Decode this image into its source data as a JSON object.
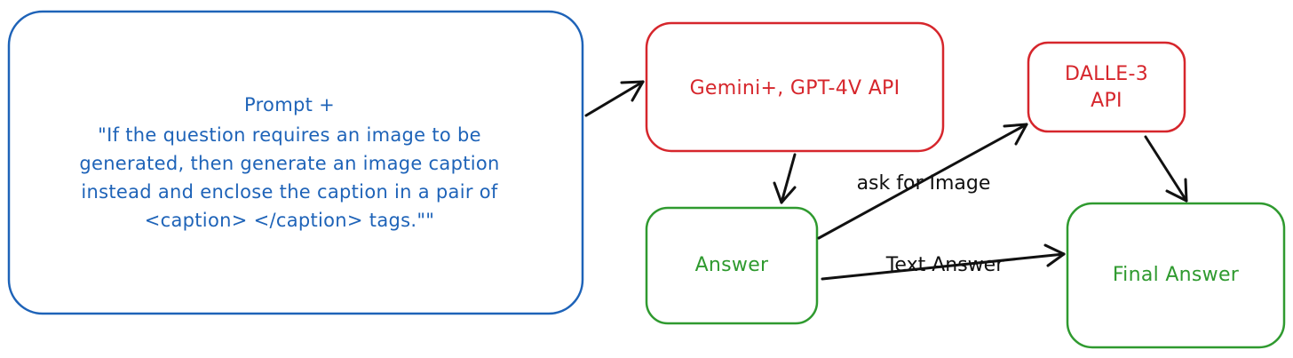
{
  "colors": {
    "prompt": "#1e63b8",
    "api": "#d6262c",
    "answer": "#2f9a2f",
    "arrow": "#111111"
  },
  "nodes": {
    "prompt": {
      "lines": [
        "Prompt +",
        "\"If the question requires an image to be",
        "generated, then generate an image caption",
        "instead and enclose the caption in a pair of",
        "<caption> </caption> tags.\"\""
      ]
    },
    "gemini": {
      "lines": [
        "Gemini+, GPT-4V API"
      ]
    },
    "dalle": {
      "lines": [
        "DALLE-3",
        "API"
      ]
    },
    "answer": {
      "lines": [
        "Answer"
      ]
    },
    "final": {
      "lines": [
        "Final Answer"
      ]
    }
  },
  "edges": {
    "ask_for_image": "ask for Image",
    "text_answer": "Text Answer"
  }
}
